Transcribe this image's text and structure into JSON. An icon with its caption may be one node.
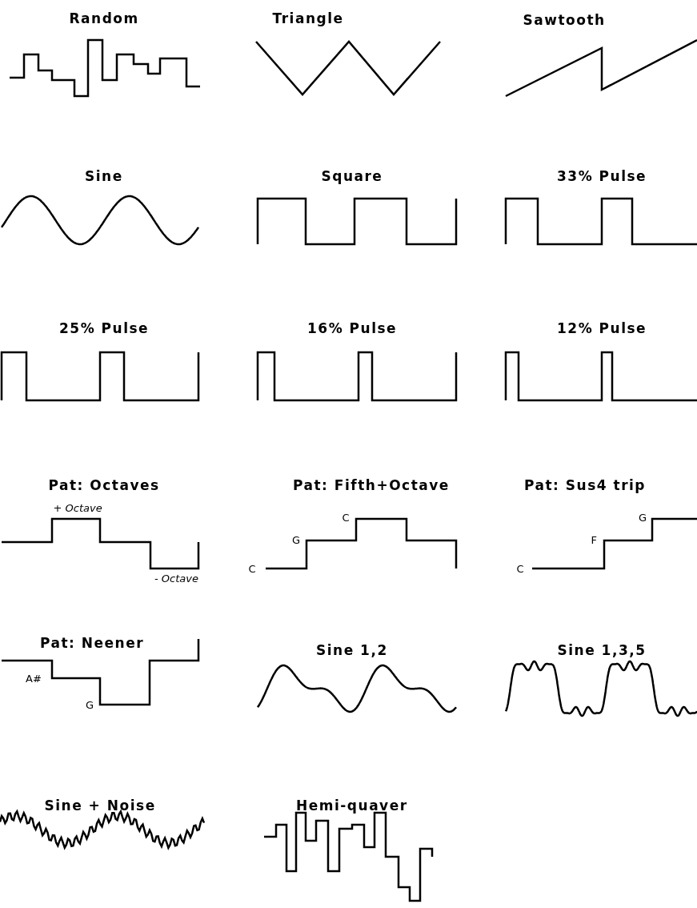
{
  "diagram": {
    "labels": [
      "Random",
      "Triangle",
      "Sawtooth",
      "Sine",
      "Square",
      "33% Pulse",
      "25% Pulse",
      "16% Pulse",
      "12% Pulse",
      "Pat: Octaves",
      "+ Octave",
      "- Octave",
      "Pat: Fifth+Octave",
      "C",
      "G",
      "C",
      "Pat: Sus4 trip",
      "C",
      "F",
      "G",
      "Pat: Neener",
      "A#",
      "G",
      "Sine 1,2",
      "Sine 1,3,5",
      "Sine + Noise",
      "Hemi-quaver"
    ]
  }
}
